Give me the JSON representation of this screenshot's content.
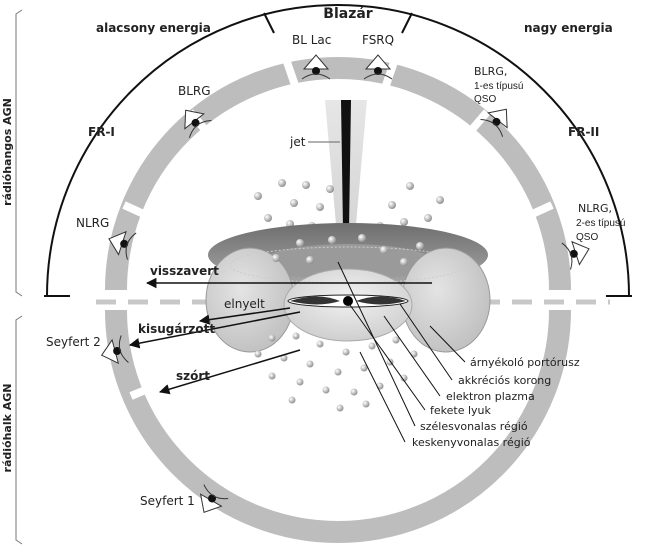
{
  "title": "Blazár",
  "axis_labels": {
    "low_energy": "alacsony energia",
    "high_energy": "nagy energia",
    "radio_loud": "rádióhangos AGN",
    "radio_quiet": "rádióhalk AGN"
  },
  "class_labels": {
    "bl_lac": "BL Lac",
    "fsrq": "FSRQ",
    "blrg": "BLRG",
    "blrg_right": "BLRG,",
    "blrg_right_2": "1-es típusú",
    "blrg_right_3": "QSO",
    "fr1": "FR-I",
    "fr2": "FR-II",
    "nlrg": "NLRG",
    "nlrg_right": "NLRG,",
    "nlrg_right_2": "2-es típusú",
    "nlrg_right_3": "QSO",
    "seyfert2": "Seyfert 2",
    "seyfert1": "Seyfert 1"
  },
  "center_labels": {
    "jet": "jet",
    "reflected": "visszavert",
    "absorbed": "elnyelt",
    "emitted": "kisugárzott",
    "scattered": "szórt"
  },
  "components": [
    "árnyékoló portórusz",
    "akkréciós korong",
    "elektron plazma",
    "fekete lyuk",
    "szélesvonalas régió",
    "keskenyvonalas régió"
  ]
}
